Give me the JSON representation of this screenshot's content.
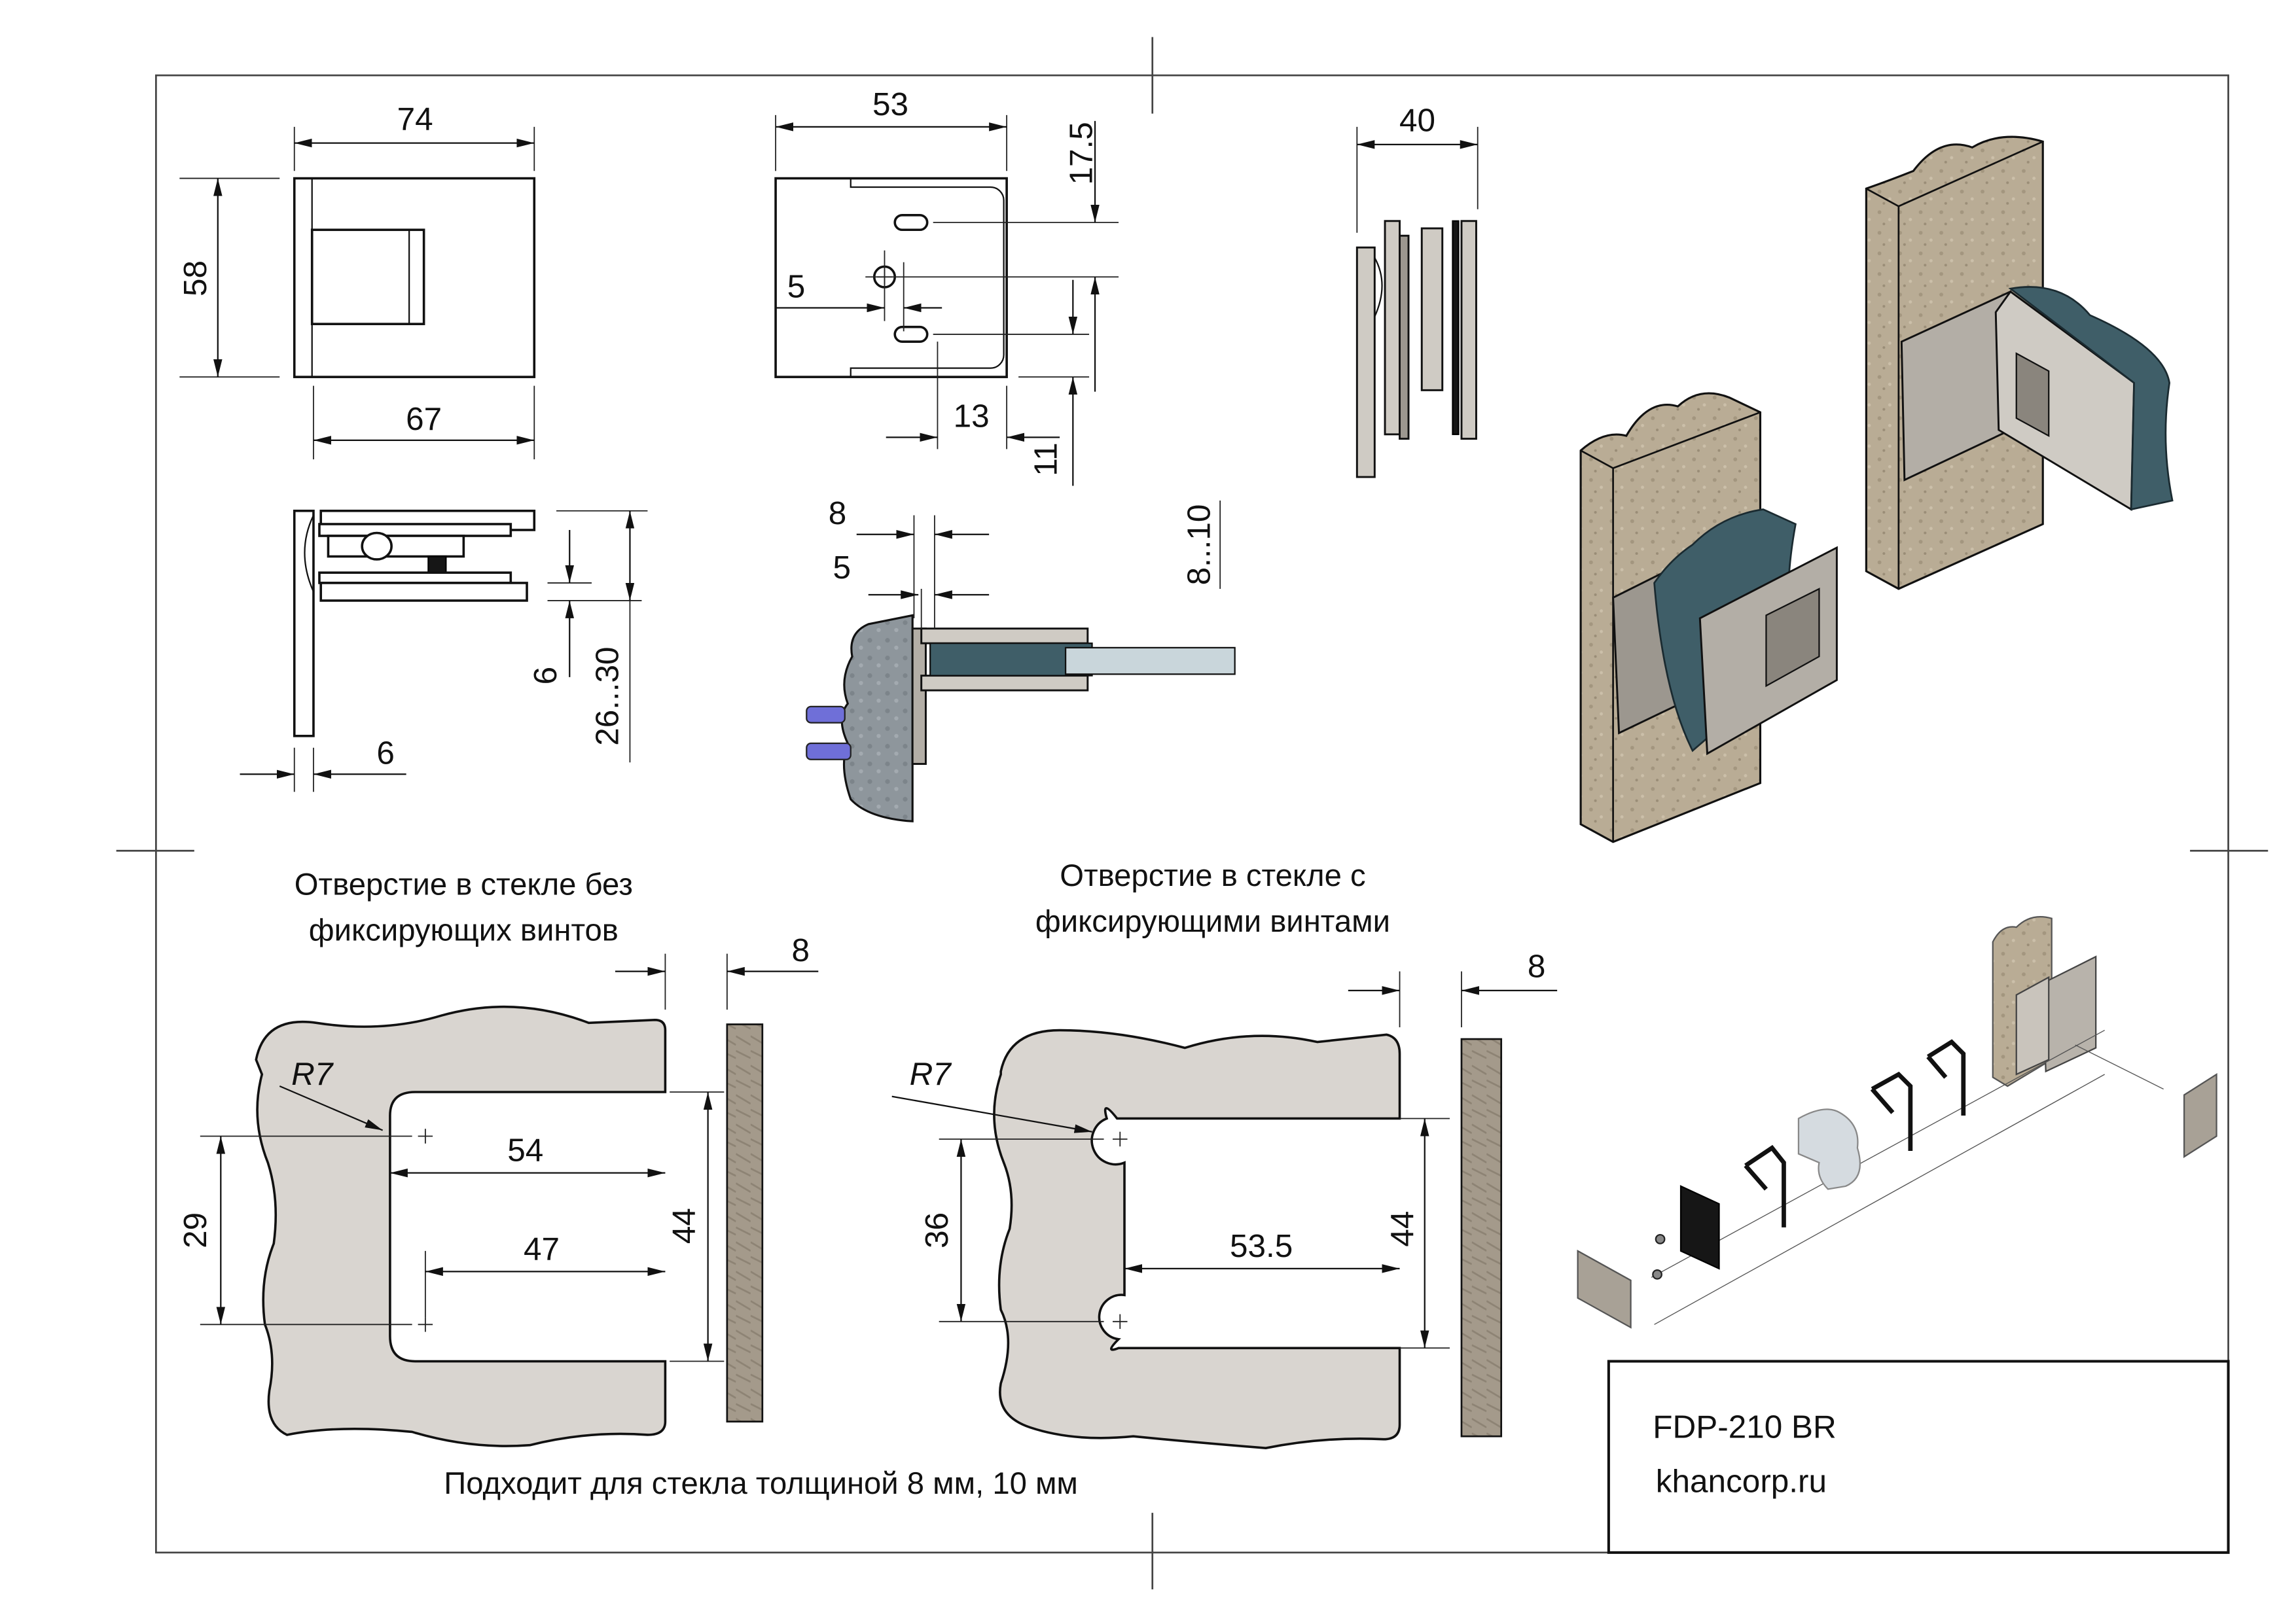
{
  "drawing": {
    "model": "FDP-210 BR",
    "website": "khancorp.ru",
    "colors": {
      "stone": "#b9ac95",
      "metal": "#b3aea6",
      "glass_dark": "#3f5e68",
      "glass_light": "#c9d6db",
      "glass_plate": "#d9d5d0",
      "anchor": "#6f6fd8"
    }
  },
  "front_view": {
    "width_top": "74",
    "height": "58",
    "width_bottom": "67"
  },
  "back_view": {
    "width": "53",
    "slot_offset": "17.5",
    "center_offset": "5",
    "edge_offset": "13",
    "bottom_offset": "11"
  },
  "side_view": {
    "clamp_gap": "6",
    "height_range": "26...30",
    "plate_thickness": "6"
  },
  "section_view": {
    "outer": "8",
    "inner": "5",
    "glass_thickness": "8...10"
  },
  "top_view": {
    "depth": "40"
  },
  "cutout_a": {
    "caption_line1": "Отверстие в стекле без",
    "caption_line2": "фиксирующих винтов",
    "radius": "R7",
    "depth_outer": "54",
    "depth_inner": "47",
    "hole_spacing": "29",
    "opening": "44",
    "glass_thickness": "8"
  },
  "cutout_b": {
    "caption_line1": "Отверстие в стекле с",
    "caption_line2": "фиксирующими винтами",
    "radius": "R7",
    "depth": "53.5",
    "hole_spacing": "36",
    "opening": "44",
    "glass_thickness": "8"
  },
  "footer_note": "Подходит для стекла толщиной 8 мм, 10 мм"
}
